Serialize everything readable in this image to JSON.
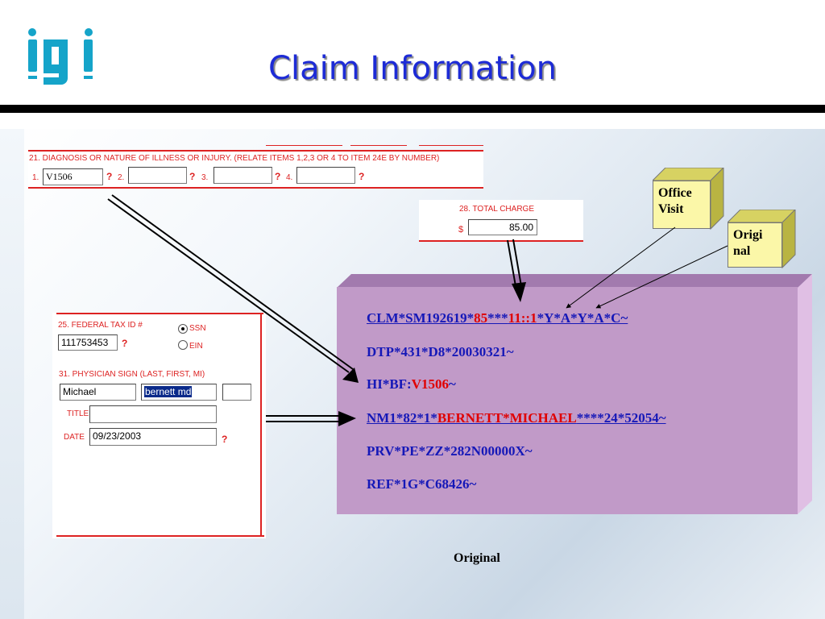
{
  "header": {
    "title": "Claim Information",
    "logo_text": "igi"
  },
  "diagnosis": {
    "heading": "21. DIAGNOSIS OR NATURE OF ILLNESS OR INJURY. (RELATE ITEMS 1,2,3 OR 4 TO ITEM 24E BY NUMBER)",
    "n1": "1.",
    "n2": "2.",
    "n3": "3.",
    "n4": "4.",
    "code1": "V1506",
    "code2": "",
    "code3": "",
    "code4": "",
    "help": "?"
  },
  "total_charge": {
    "label": "28. TOTAL CHARGE",
    "currency": "$",
    "value": "85.00"
  },
  "tax": {
    "label": "25. FEDERAL TAX ID #",
    "value": "111753453",
    "help": "?",
    "ssn_label": "SSN",
    "ein_label": "EIN",
    "selected": "SSN"
  },
  "physician": {
    "label": "31. PHYSICIAN SIGN (LAST, FIRST, MI)",
    "first": "Michael",
    "last": "bernett md",
    "mi": ""
  },
  "title_field": {
    "label": "TITLE",
    "value": ""
  },
  "date_field": {
    "label": "DATE",
    "value": "09/23/2003",
    "help": "?"
  },
  "edi": {
    "line1": {
      "a": "CLM*SM192619*",
      "b": "85",
      "c": "***",
      "d": "11::1",
      "e": "*Y*A*Y*A*C~"
    },
    "line2": "DTP*431*D8*20030321~",
    "line3": {
      "a": "HI*BF:",
      "b": "V1506",
      "c": "~"
    },
    "line4": {
      "a": "NM1*82*1*",
      "b": "BERNETT*MICHAEL",
      "c": "****24*52054~"
    },
    "line5": "PRV*PE*ZZ*282N00000X~",
    "line6": "REF*1G*C68426~"
  },
  "callouts": {
    "office_visit": "Office Visit",
    "original_cube": "Origi nal"
  },
  "caption": "Original",
  "colors": {
    "title": "#1d2bd6",
    "form_red": "#dd2222",
    "edi_bg": "#c19ac8",
    "edi_text": "#1518b8",
    "highlight_red": "#e00000",
    "cube_face": "#fbf7a8"
  }
}
